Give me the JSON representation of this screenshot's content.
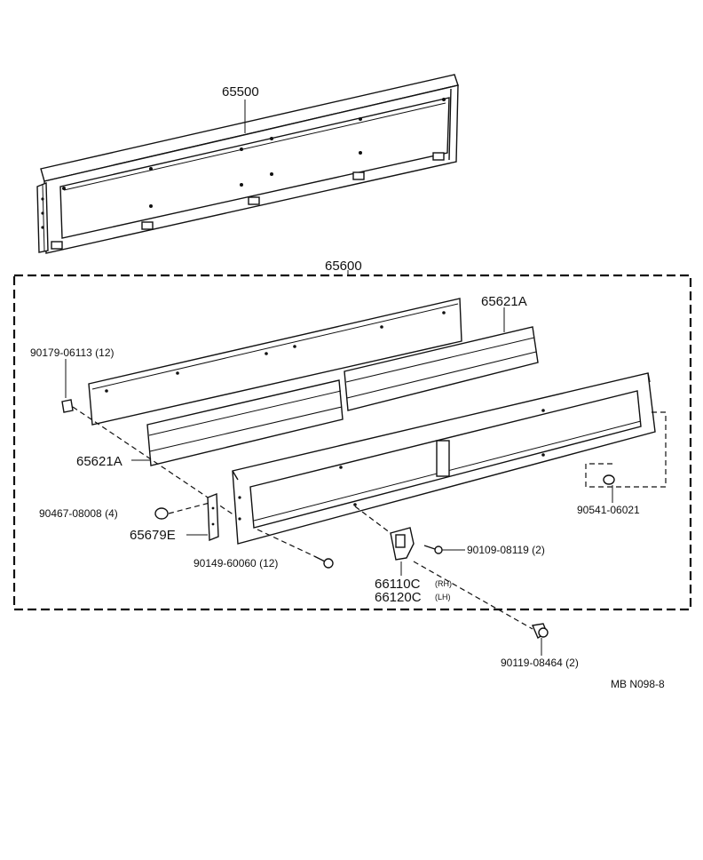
{
  "parts": {
    "p65500": "65500",
    "p65600": "65600",
    "p65621A_top": "65621A",
    "p65621A_left": "65621A",
    "p90179": "90179-06113 (12)",
    "p90467": "90467-08008 (4)",
    "p65679E": "65679E",
    "p90149": "90149-60060 (12)",
    "p90109": "90109-08119 (2)",
    "p66110C": "66110C",
    "p66110C_side": "(RH)",
    "p66120C": "66120C",
    "p66120C_side": "(LH)",
    "p90541": "90541-06021",
    "p90119": "90119-08464 (2)"
  },
  "footer": {
    "code": "MB  N098-8"
  }
}
